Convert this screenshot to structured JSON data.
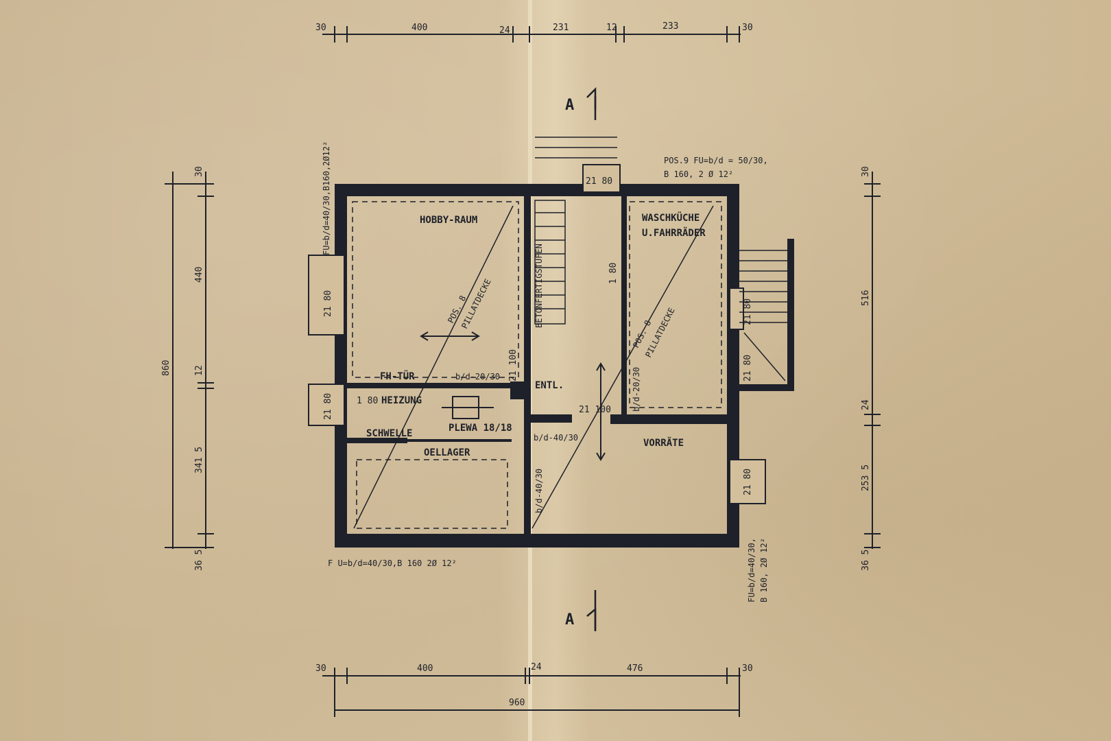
{
  "rooms": {
    "hobby": "HOBBY-RAUM",
    "wasch1": "WASCHKÜCHE",
    "wasch2": "U.FAHRRÄDER",
    "heizung": "HEIZUNG",
    "fh_tuer": "FH-TÜR",
    "schwelle": "SCHWELLE",
    "oellager": "OELLAGER",
    "plewa": "PLEWA 18/18",
    "vorraete": "VORRÄTE",
    "entl": "ENTL.",
    "betonfertigstufen": "BETONFERTIGSTUFEN"
  },
  "annotations": {
    "pos9": "POS.9 FU=b/d = 50/30,",
    "pos9b": "B 160, 2 Ø 12²",
    "fu_left": "FU=b/d=40/30,B160,2Ø12²",
    "fu_bottom": "F U=b/d=40/30,B 160 2Ø 12²",
    "fu_right1": "FU=b/d=40/30,",
    "fu_right2": "B 160, 2Ø 12²",
    "pos8a1": "POS. 8",
    "pos8a2": "PILLATDECKE",
    "pos8b1": "POS. 8",
    "pos8b2": "PILLATDECKE",
    "bd2030a": "b/d-20/30",
    "bd2030b": "b/d-20/30",
    "bd4030a": "b/d-40/30",
    "bd4030b": "b/d-40/30"
  },
  "openings": {
    "o1": "21 80",
    "o2": "21 80",
    "o3": "21 80",
    "o4": "21 80",
    "o5": "21 80",
    "o6": "21 80",
    "o7": "21 100",
    "o8": "21 100",
    "o9": "1 80",
    "o10": "1 80"
  },
  "section": {
    "top": "A",
    "bottom": "A"
  },
  "dims_top": [
    "30",
    "400",
    "24",
    "231",
    "12",
    "233",
    "30"
  ],
  "dims_bottom": [
    "30",
    "400",
    "24",
    "476",
    "30"
  ],
  "dim_total_bottom": "960",
  "dims_left": [
    "30",
    "440",
    "12",
    "341 5",
    "36 5"
  ],
  "dim_total_left": "860",
  "dims_right": [
    "30",
    "516",
    "24",
    "253 5",
    "36 5"
  ],
  "colors": {
    "paper": "#cdb896",
    "ink": "#1e2129"
  }
}
